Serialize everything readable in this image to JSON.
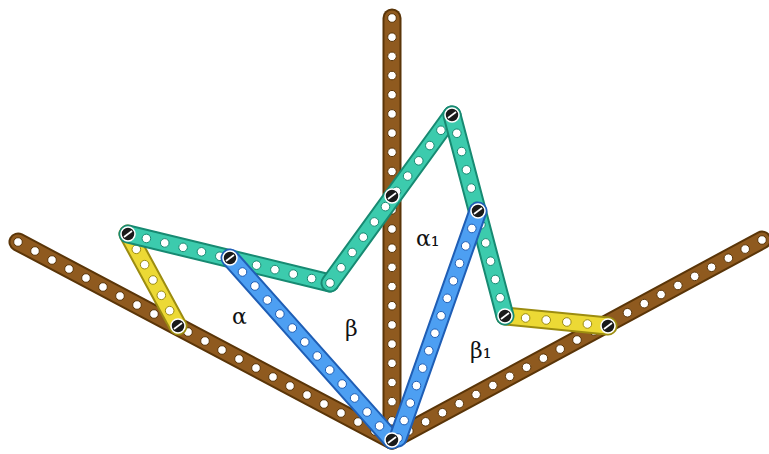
{
  "diagram": {
    "labels": [
      "α",
      "β",
      "α₁",
      "β₁"
    ]
  }
}
